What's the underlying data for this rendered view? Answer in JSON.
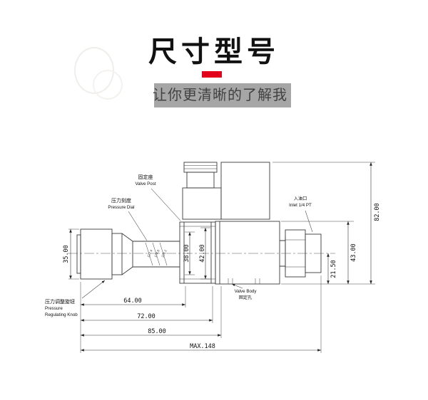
{
  "header": {
    "title": "尺寸型号",
    "subtitle": "让你更清晰的了解我",
    "accent_color": "#e2001a",
    "banner_color": "#a6a6a6"
  },
  "drawing": {
    "labels": {
      "pressure_dial_cn": "压力刻度",
      "pressure_dial_en": "Pressure Dial",
      "valve_post_cn": "固定座",
      "valve_post_en": "Valve Post",
      "inlet_cn": "入油口",
      "inlet_en": "Inlet 1/4 PT",
      "knob_cn": "压力调整旋钮",
      "knob_en_line1": "Pressure",
      "knob_en_line2": "Regulating Knob",
      "valve_body_en": "Valve Body",
      "valve_body_cn": "固定孔"
    },
    "dims": {
      "knob_od": "35.00",
      "post_od1": "38.00",
      "post_od2": "42.00",
      "len_64": "64.00",
      "len_72": "72.00",
      "len_85": "85.00",
      "len_max": "MAX.148",
      "h_82": "82.00",
      "h_43": "43.00",
      "h_21_5": "21.50"
    },
    "scale_marks": [
      "127.4",
      "174.8",
      "226.1"
    ]
  }
}
